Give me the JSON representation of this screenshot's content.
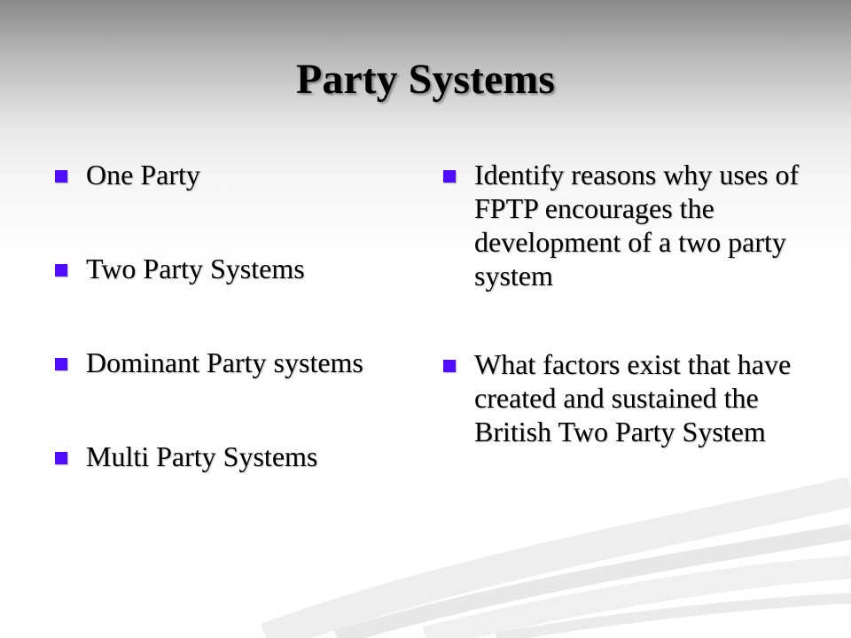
{
  "slide": {
    "title": "Party Systems",
    "bullet_color": "#4f0cff",
    "left_items": [
      "One Party",
      "Two Party Systems",
      "Dominant Party systems",
      "Multi Party Systems"
    ],
    "right_items": [
      "Identify reasons why uses of FPTP encourages the development of a two party system",
      "What factors exist that have created and sustained the British Two Party System"
    ]
  }
}
